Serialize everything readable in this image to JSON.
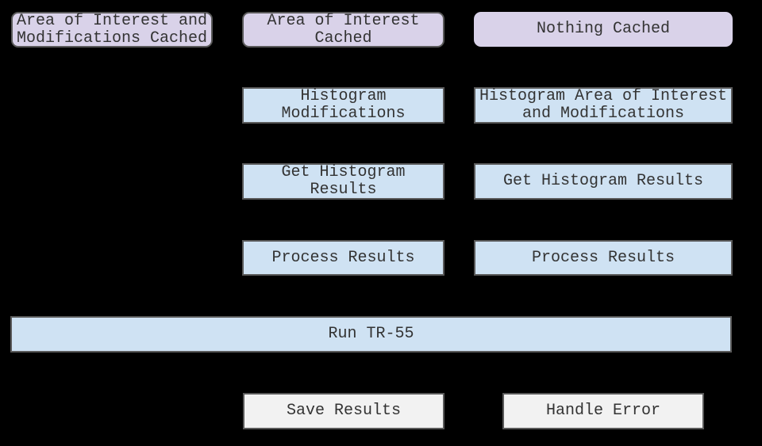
{
  "diagram": {
    "background_color": "#000000",
    "text_color": "#333333",
    "border_color": "#595959",
    "fill_colors": {
      "cached_state": "#D9D2E9",
      "process_step": "#CFE2F3",
      "result_action": "#F2F2F2"
    },
    "nodes": {
      "aoi_mods_cached": {
        "label": "Area of Interest and\nModifications Cached"
      },
      "aoi_cached": {
        "label": "Area of Interest\nCached"
      },
      "nothing_cached": {
        "label": "Nothing Cached"
      },
      "histogram_modifications": {
        "label": "Histogram\nModifications"
      },
      "histogram_aoi_and_mods": {
        "label": "Histogram Area of Interest\nand Modifications"
      },
      "get_histogram_results_mid": {
        "label": "Get Histogram\nResults"
      },
      "get_histogram_results_right": {
        "label": "Get Histogram Results"
      },
      "process_results_mid": {
        "label": "Process Results"
      },
      "process_results_right": {
        "label": "Process Results"
      },
      "run_tr55": {
        "label": "Run TR-55"
      },
      "save_results": {
        "label": "Save Results"
      },
      "handle_error": {
        "label": "Handle Error"
      }
    }
  }
}
